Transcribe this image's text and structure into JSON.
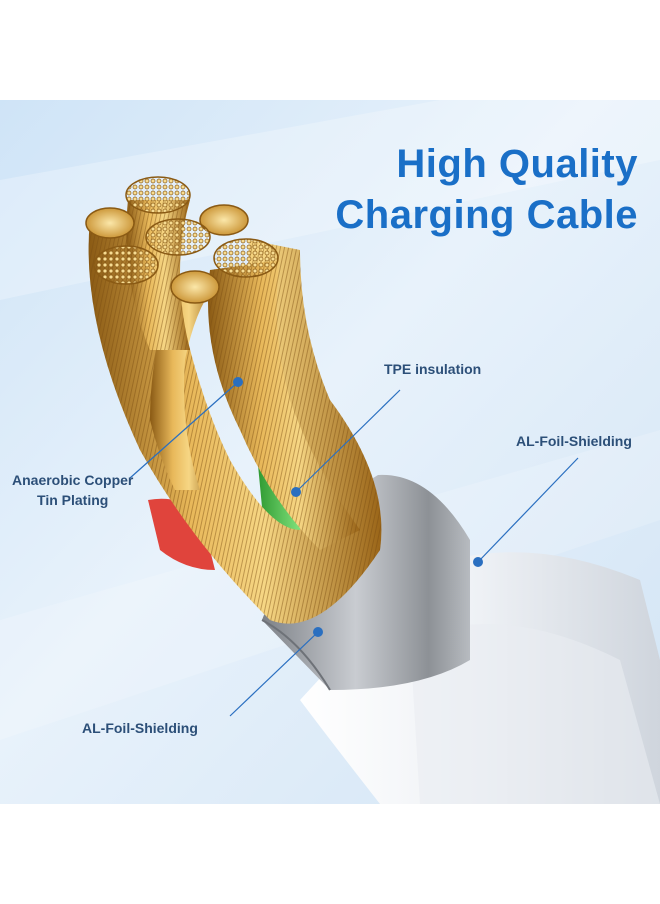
{
  "title": {
    "line1": "High Quality",
    "line2": "Charging Cable"
  },
  "labels": {
    "tpe": "TPE insulation",
    "al_foil_right": "AL-Foil-Shielding",
    "copper_line1": "Anaerobic Copper",
    "copper_line2": "Tin Plating",
    "al_foil_bottom": "AL-Foil-Shielding"
  },
  "colors": {
    "title": "#1a6fc7",
    "label": "#2c4f78",
    "pointer": "#2a6fc0",
    "copper": "#d9a441",
    "tpe_green": "#4fc04a",
    "tpe_red": "#e0443c",
    "cable_white": "#f2f4f7",
    "foil_silver": "#a9adb3"
  }
}
